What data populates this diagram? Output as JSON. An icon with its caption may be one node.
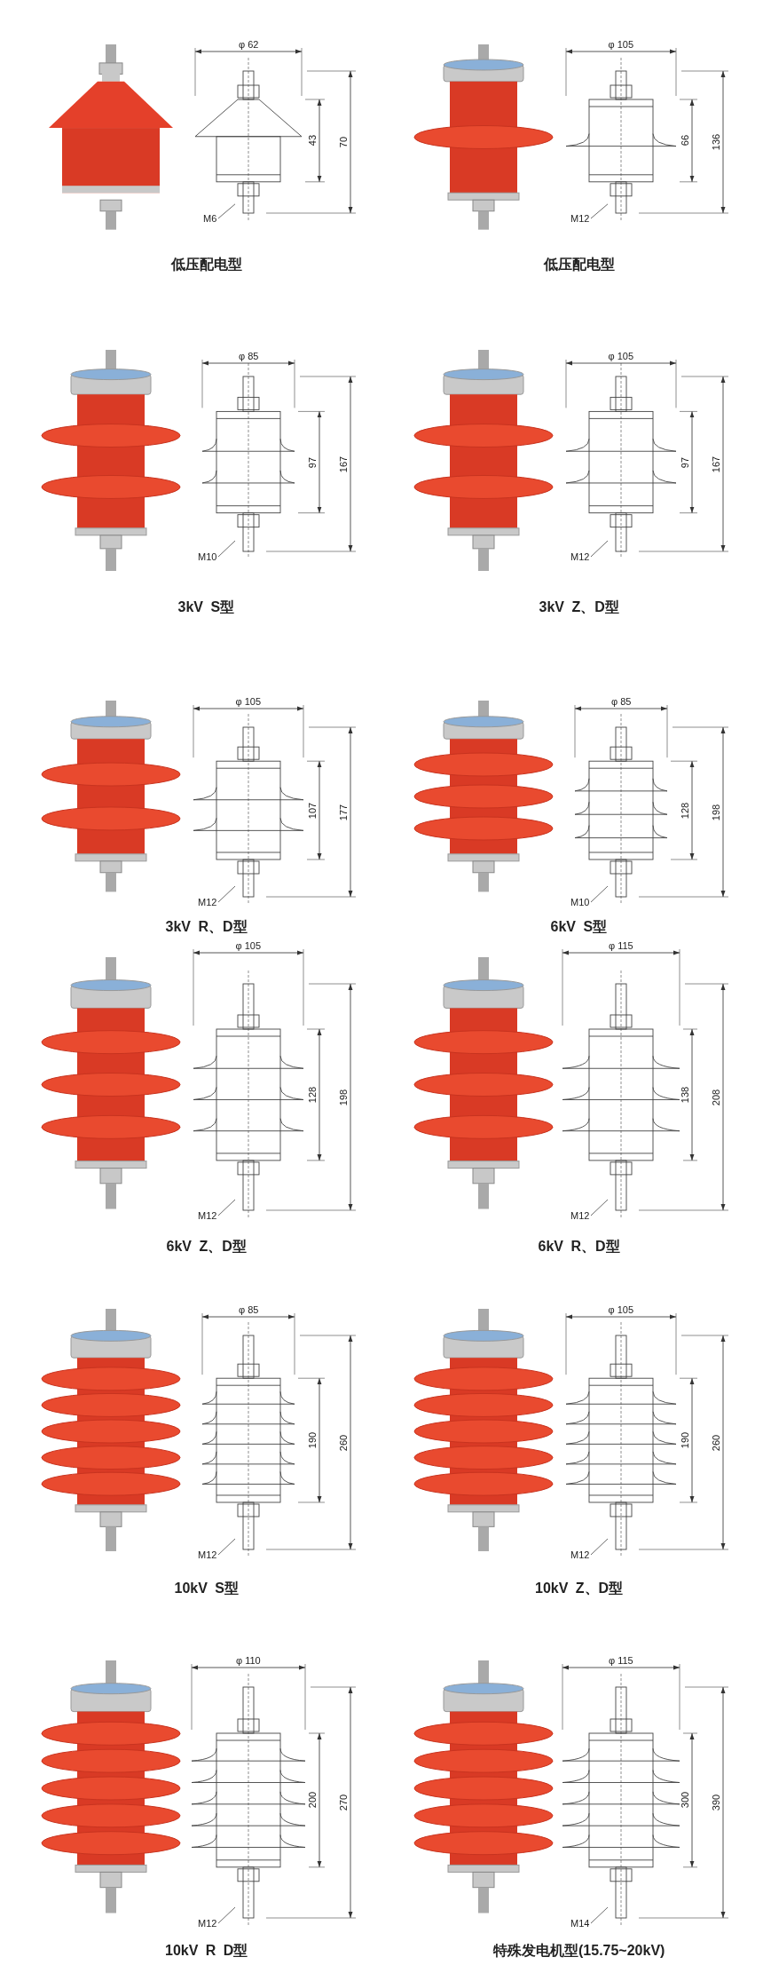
{
  "diagram": {
    "nodes": [
      {
        "text": [
          "M6"
        ]
      },
      {
        "text": [
          "M12"
        ]
      },
      {
        "text": [
          "M10"
        ]
      },
      {
        "text": [
          "M12"
        ]
      },
      {
        "text": [
          "M12"
        ]
      },
      {
        "text": [
          "M10"
        ]
      },
      {
        "text": [
          "M12"
        ]
      },
      {
        "text": [
          "M12"
        ]
      },
      {
        "text": [
          "M12"
        ]
      },
      {
        "text": [
          "M12"
        ]
      },
      {
        "text": [
          "M12"
        ]
      },
      {
        "text": [
          "M14"
        ]
      }
    ],
    "edges": [
      {
        "from": 0,
        "to": null,
        "arrow": "none"
      },
      {
        "from": 1,
        "to": null,
        "arrow": "none"
      },
      {
        "from": 2,
        "to": null,
        "arrow": "none"
      },
      {
        "from": 3,
        "to": null,
        "arrow": "none"
      },
      {
        "from": 4,
        "to": null,
        "arrow": "none"
      },
      {
        "from": 5,
        "to": null,
        "arrow": "none"
      },
      {
        "from": 6,
        "to": null,
        "arrow": "none"
      },
      {
        "from": 7,
        "to": null,
        "arrow": "none"
      },
      {
        "from": 8,
        "to": null,
        "arrow": "none"
      },
      {
        "from": 9,
        "to": null,
        "arrow": "none"
      },
      {
        "from": 10,
        "to": null,
        "arrow": "none"
      },
      {
        "from": 11,
        "to": null,
        "arrow": "none"
      }
    ],
    "labels": [
      "φ 62",
      "43",
      "70",
      "低压配电型",
      "φ 105",
      "66",
      "136",
      "低压配电型",
      "φ 85",
      "97",
      "167",
      "3kV S型",
      "φ 105",
      "97",
      "167",
      "3kV Z、D型",
      "φ 105",
      "107",
      "177",
      "3kV R、D型",
      "φ 85",
      "128",
      "198",
      "6kV S型",
      "φ 105",
      "128",
      "198",
      "6kV Z、D型",
      "φ 115",
      "138",
      "208",
      "6kV R、D型",
      "φ 85",
      "190",
      "260",
      "10kV S型",
      "φ 105",
      "190",
      "260",
      "10kV Z、D型",
      "φ 110",
      "200",
      "270",
      "10kV R D型",
      "φ 115",
      "300",
      "390",
      "特殊发电机型(15.75~20kV)"
    ]
  }
}
